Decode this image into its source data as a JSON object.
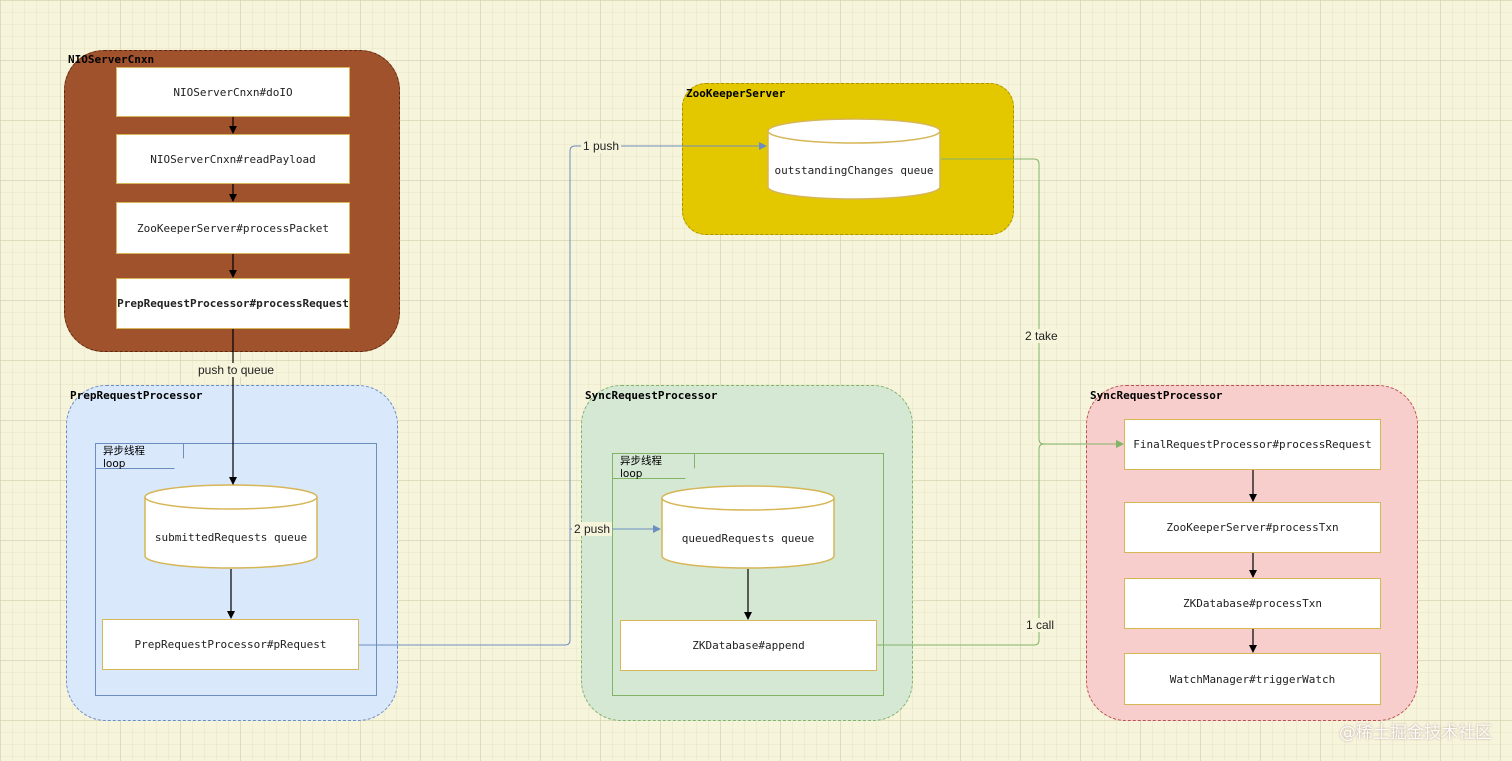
{
  "groups": {
    "nio": {
      "title": "NIOServerCnxn",
      "steps": [
        "NIOServerCnxn#doIO",
        "NIOServerCnxn#readPayload",
        "ZooKeeperServer#processPacket",
        "PrepRequestProcessor#processRequest"
      ]
    },
    "zk": {
      "title": "ZooKeeperServer",
      "queue": "outstandingChanges queue"
    },
    "prep": {
      "title": "PrepRequestProcessor",
      "loop": "异步线程 loop",
      "queue": "submittedRequests queue",
      "step": "PrepRequestProcessor#pRequest"
    },
    "sync": {
      "title": "SyncRequestProcessor",
      "loop": "异步线程 loop",
      "queue": "queuedRequests queue",
      "step": "ZKDatabase#append"
    },
    "final": {
      "title": "SyncRequestProcessor",
      "steps": [
        "FinalRequestProcessor#processRequest",
        "ZooKeeperServer#processTxn",
        "ZKDatabase#processTxn",
        "WatchManager#triggerWatch"
      ]
    }
  },
  "connectors": {
    "push_to_queue": "push to queue",
    "push1": "1 push",
    "push2": "2 push",
    "take2": "2 take",
    "call1": "1 call"
  },
  "colors": {
    "nio_fill": "#a0522d",
    "zk_fill": "#e3c800",
    "prep_fill": "#dae8fc",
    "sync_fill": "#d5e8d4",
    "final_fill": "#f8cecc",
    "box_border": "#d6b656",
    "blue_line": "#6c8ebf",
    "green_line": "#82b366"
  },
  "watermark": "@稀土掘金技术社区"
}
